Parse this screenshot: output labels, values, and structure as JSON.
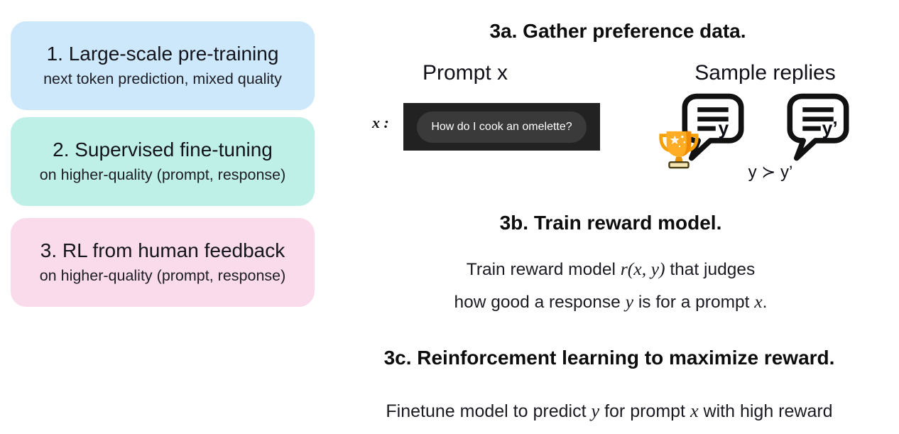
{
  "pipeline": {
    "steps": [
      {
        "title": "1. Large-scale pre-training",
        "subtitle": "next token prediction, mixed quality",
        "bg_color": "#cde8fb"
      },
      {
        "title": "2. Supervised fine-tuning",
        "subtitle": "on higher-quality (prompt, response)",
        "bg_color": "#bff0e7"
      },
      {
        "title": "3. RL from human feedback",
        "subtitle": "on higher-quality (prompt, response)",
        "bg_color": "#fadbeb"
      }
    ]
  },
  "section_3a": {
    "heading": "3a. Gather preference data.",
    "prompt_label": "Prompt x",
    "replies_label": "Sample replies",
    "x_prefix": "x :",
    "prompt_message": "How do I cook an omelette?",
    "reply_labels": [
      "y",
      "y’"
    ],
    "preference_text": "y ≻ y’",
    "icons": {
      "trophy": "trophy-icon",
      "replies": "speech-bubble-icon"
    }
  },
  "section_3b": {
    "heading": "3b. Train reward model.",
    "line1": {
      "pre": "Train reward model ",
      "math": "r(x, y)",
      "post": " that judges"
    },
    "line2": {
      "pre": "how good a response ",
      "math1": "y",
      "mid": " is for a prompt ",
      "math2": "x",
      "post": "."
    }
  },
  "section_3c": {
    "heading": "3c. Reinforcement learning to maximize reward.",
    "body": {
      "pre": "Finetune model to predict ",
      "math1": "y",
      "mid": " for prompt ",
      "math2": "x",
      "post": " with high reward"
    }
  },
  "colors": {
    "background": "#ffffff",
    "text": "#171717",
    "step1_bg": "#cde8fb",
    "step2_bg": "#bff0e7",
    "step3_bg": "#fadbeb",
    "prompt_box_bg": "#222222",
    "prompt_pill_bg": "#3a3a3a",
    "prompt_text": "#ffffff",
    "bubble_outline": "#111111",
    "trophy_gold": "#FFAD24"
  }
}
